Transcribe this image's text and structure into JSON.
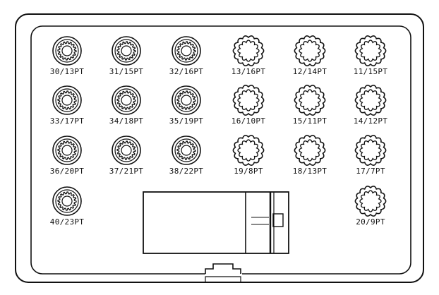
{
  "colors": {
    "stroke": "#111111",
    "background": "#ffffff"
  },
  "sockets": [
    {
      "label": "30/13PT",
      "style": "spline"
    },
    {
      "label": "31/15PT",
      "style": "spline"
    },
    {
      "label": "32/16PT",
      "style": "spline"
    },
    {
      "label": "13/16PT",
      "style": "scallop"
    },
    {
      "label": "12/14PT",
      "style": "scallop"
    },
    {
      "label": "11/15PT",
      "style": "scallop"
    },
    {
      "label": "33/17PT",
      "style": "spline"
    },
    {
      "label": "34/18PT",
      "style": "spline"
    },
    {
      "label": "35/19PT",
      "style": "spline"
    },
    {
      "label": "16/10PT",
      "style": "scallop"
    },
    {
      "label": "15/11PT",
      "style": "scallop"
    },
    {
      "label": "14/12PT",
      "style": "scallop"
    },
    {
      "label": "36/20PT",
      "style": "spline"
    },
    {
      "label": "37/21PT",
      "style": "spline"
    },
    {
      "label": "38/22PT",
      "style": "spline"
    },
    {
      "label": "19/8PT",
      "style": "scallop"
    },
    {
      "label": "18/13PT",
      "style": "scallop"
    },
    {
      "label": "17/7PT",
      "style": "scallop"
    },
    {
      "label": "40/23PT",
      "style": "spline"
    },
    {
      "label": "20/9PT",
      "style": "scallop"
    }
  ]
}
